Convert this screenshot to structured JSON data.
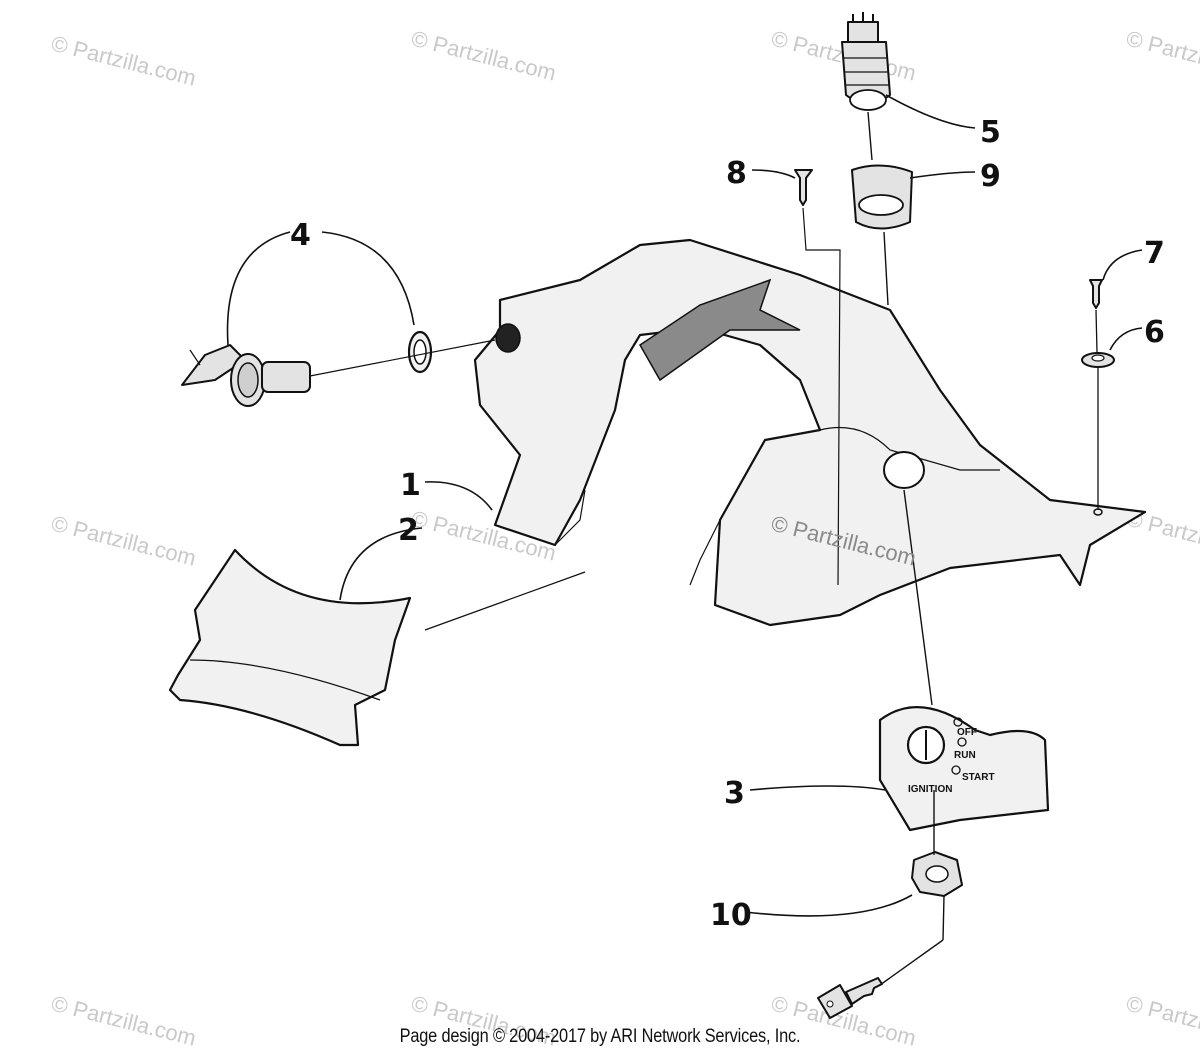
{
  "watermark": {
    "text": "© Partzilla.com"
  },
  "callouts": {
    "c1": "1",
    "c2": "2",
    "c3": "3",
    "c4": "4",
    "c5": "5",
    "c6": "6",
    "c7": "7",
    "c8": "8",
    "c9": "9",
    "c10": "10"
  },
  "switch_panel": {
    "off": "OFF",
    "run": "RUN",
    "start": "START",
    "ignition": "IGNITION"
  },
  "footer": {
    "text": "Page design © 2004-2017 by ARI Network Services, Inc."
  }
}
